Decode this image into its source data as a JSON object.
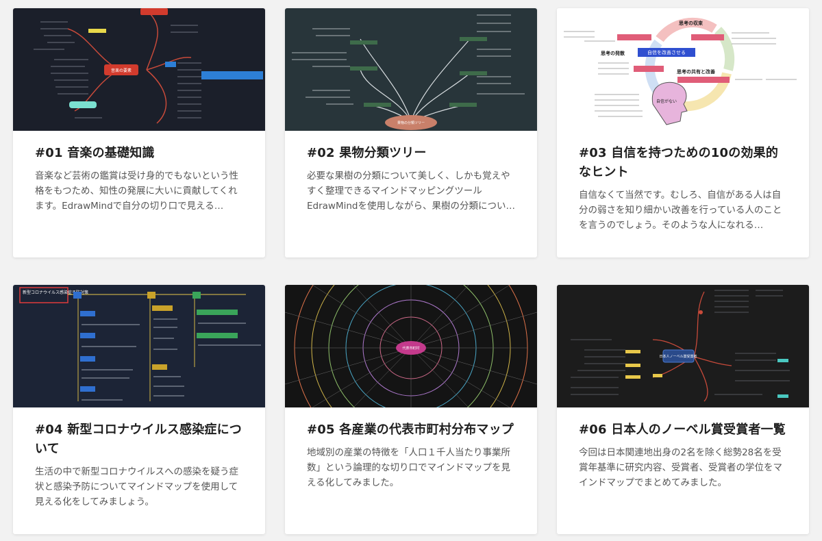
{
  "cards": [
    {
      "title": "#01 音楽の基礎知識",
      "desc": "音楽など芸術の鑑賞は受け身的でもないという性格をもつため、知性の発展に大いに貢献してくれます。EdrawMindで自分の切り口で見える…"
    },
    {
      "title": "#02 果物分類ツリー",
      "desc": "必要な果樹の分類について美しく、しかも覚えやすく整理できるマインドマッピングツールEdrawMindを使用しながら、果樹の分類につい…"
    },
    {
      "title": "#03 自信を持つための10の効果的なヒント",
      "desc": "自信なくて当然です。むしろ、自信がある人は自分の弱さを知り細かい改善を行っている人のことを言うのでしょう。そのような人になれる…"
    },
    {
      "title": "#04 新型コロナウイルス感染症について",
      "desc": "生活の中で新型コロナウイルスへの感染を疑う症状と感染予防についてマインドマップを使用して見える化をしてみましょう。"
    },
    {
      "title": "#05 各産業の代表市町村分布マップ",
      "desc": "地域別の産業の特徴を「人口１千人当たり事業所数」という論理的な切り口でマインドマップを見える化してみました。"
    },
    {
      "title": "#06 日本人のノーベル賞受賞者一覧",
      "desc": "今回は日本関連地出身の2名を除く総勢28名を受賞年基準に研究内容、受賞者、受賞者の学位をマインドマップでまとめてみました。"
    }
  ],
  "thumbs": {
    "t01": {
      "center": "音楽の要素"
    },
    "t02": {
      "center": "果物の分類ツリー"
    },
    "t03": {
      "top": "思考の収束",
      "blue": "自信を改善させる",
      "left": "思考の発散",
      "right": "思考の共有と改善",
      "face": "自信がない"
    },
    "t04": {
      "box": "新型コロナウイルス感染症予防対策"
    },
    "t05": {
      "center": "代表市町村"
    },
    "t06": {
      "center": "日本人ノーベル賞受賞者"
    }
  },
  "colors": {
    "page_bg": "#f2f2f2",
    "card_bg": "#ffffff",
    "title": "#1f1f1f",
    "desc": "#555555"
  }
}
